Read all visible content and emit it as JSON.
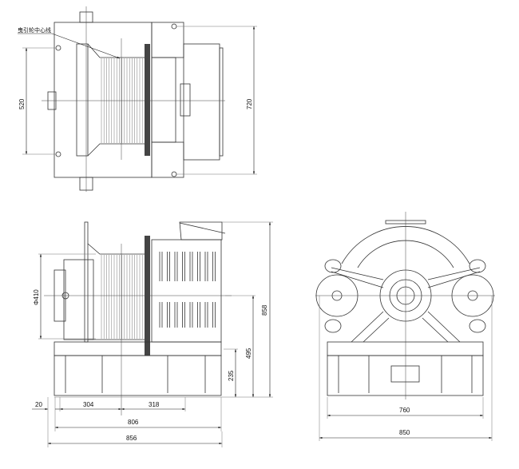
{
  "top_view": {
    "centerline_label": "曳引轮中心线",
    "dim_hole_spacing": "520",
    "dim_depth": "720"
  },
  "front_view": {
    "dim_sheave_diameter": "Φ410",
    "dim_total_height": "858",
    "dim_shaft_height": "495",
    "dim_base_height": "235",
    "dim_offset": "20",
    "dim_left_to_center": "304",
    "dim_center_to_right": "318",
    "dim_base_length": "806",
    "dim_total_length": "856"
  },
  "side_view": {
    "dim_base_width": "760",
    "dim_total_width": "850"
  }
}
